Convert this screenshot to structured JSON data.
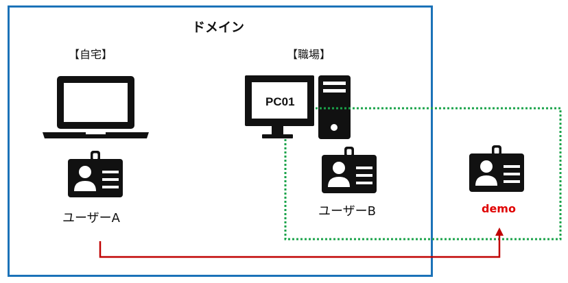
{
  "domain": {
    "title": "ドメイン",
    "border_color": "#1b72b8"
  },
  "locations": {
    "home": "【自宅】",
    "work": "【職場】"
  },
  "devices": {
    "laptop_icon": "laptop-icon",
    "desktop_icon": "desktop-pc-icon",
    "desktop_label": "PC01"
  },
  "users": {
    "user_a": "ユーザーA",
    "user_b": "ユーザーB",
    "demo": "demo",
    "badge_icon": "id-badge-icon",
    "demo_color": "#e00000"
  },
  "connectors": {
    "dotted_color": "#1aa34a",
    "arrow_color": "#c00000"
  }
}
